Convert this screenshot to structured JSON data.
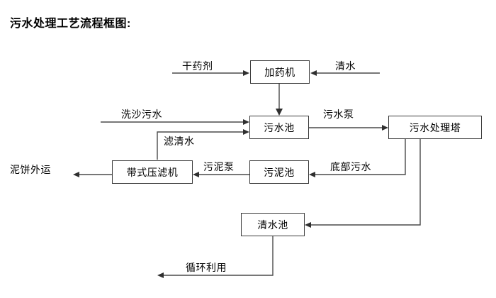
{
  "title": "污水处理工艺流程框图:",
  "nodes": {
    "dosing_machine": "加药机",
    "sewage_pool": "污水池",
    "treatment_tower": "污水处理塔",
    "belt_filter_press": "带式压滤机",
    "sludge_pool": "污泥池",
    "clean_water_pool": "清水池"
  },
  "edges": {
    "dry_chemical": "干药剂",
    "clean_water_in": "清水",
    "sand_wash_sewage": "洗沙污水",
    "filtrate_water": "滤清水",
    "sewage_pump": "污水泵",
    "sludge_pump": "污泥泵",
    "bottom_sewage": "底部污水",
    "mud_cake_out": "泥饼外运",
    "recycle_use": "循环利用"
  },
  "colors": {
    "line": "#4a4a4a",
    "border": "#3a3a3a",
    "text": "#000000",
    "background": "#ffffff"
  }
}
